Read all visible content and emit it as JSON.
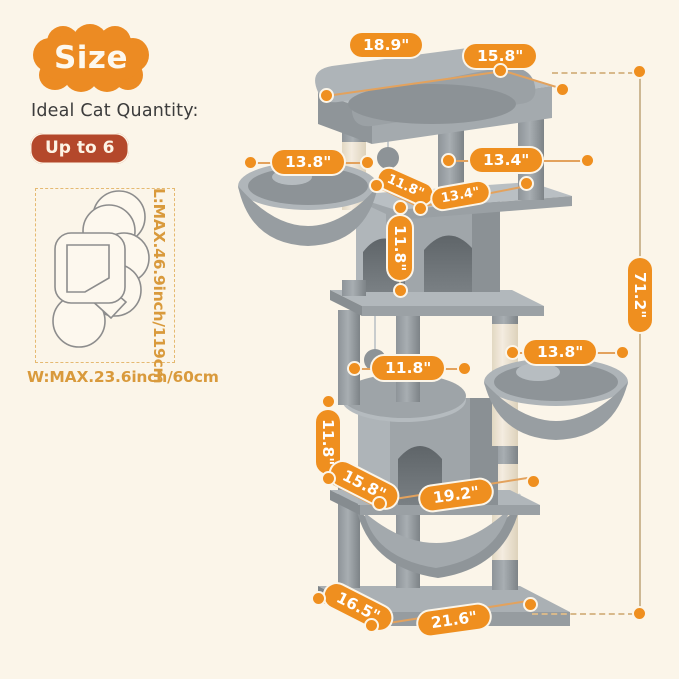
{
  "header": {
    "title": "Size",
    "ideal_label": "Ideal Cat Quantity:",
    "quantity_badge": "Up to 6"
  },
  "cat_footprint": {
    "length_label": "L:MAX.46.9inch/119cm",
    "width_label": "W:MAX.23.6inch/60cm"
  },
  "colors": {
    "background": "#fbf5e9",
    "accent_orange": "#ef8f1f",
    "badge_rust": "#b4482b",
    "dim_text": "#d99a3c",
    "plush_gray": "#9aa0a4",
    "sisal_cream": "#efe6d2"
  },
  "measurements": {
    "top_perch_width": "18.9\"",
    "top_perch_depth": "15.8\"",
    "upper_basket": "13.8\"",
    "upper_platform_depth": "13.4\"",
    "condo_top_left": "11.8\"",
    "condo_top_right": "13.4\"",
    "condo_height": "11.8\"",
    "mid_perch": "11.8\"",
    "lower_basket": "13.8\"",
    "lower_condo_height": "11.8\"",
    "hammock_depth": "15.8\"",
    "hammock_width": "19.2\"",
    "base_depth": "16.5\"",
    "base_width": "21.6\"",
    "total_height": "71.2\""
  }
}
